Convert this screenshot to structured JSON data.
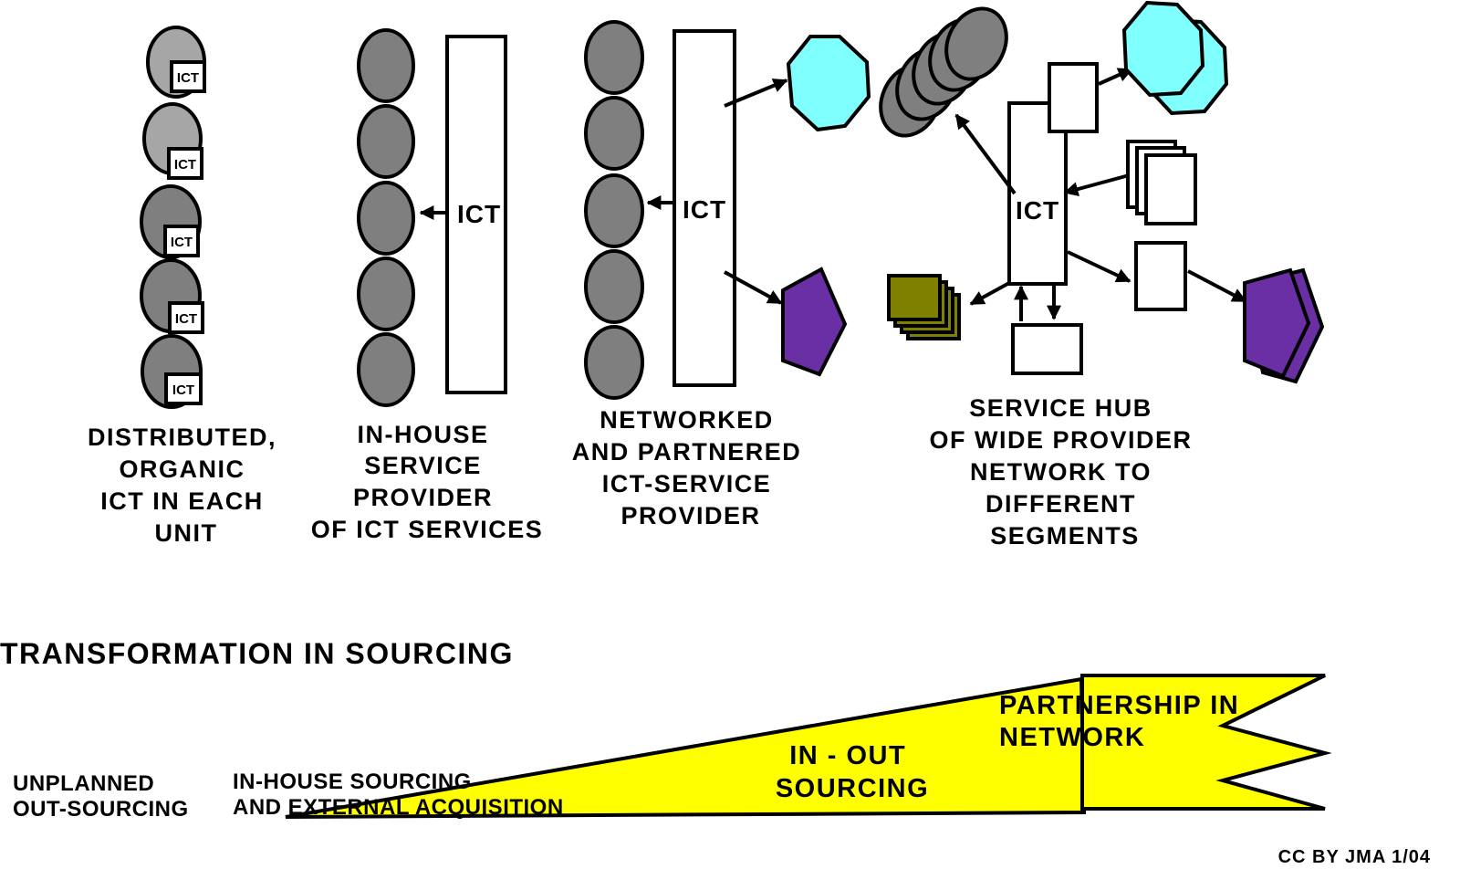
{
  "stages": [
    {
      "caption": [
        "DISTRIBUTED,",
        "ORGANIC",
        "ICT IN EACH",
        "UNIT"
      ],
      "unit_label": "ICT"
    },
    {
      "caption": [
        "IN-HOUSE",
        "SERVICE",
        "PROVIDER",
        "OF ICT SERVICES"
      ],
      "bar_label": "ICT"
    },
    {
      "caption": [
        "NETWORKED",
        "AND PARTNERED",
        "ICT-SERVICE",
        "PROVIDER"
      ],
      "bar_label": "ICT"
    },
    {
      "caption": [
        "SERVICE HUB",
        "OF WIDE PROVIDER",
        "NETWORK TO",
        "DIFFERENT",
        "SEGMENTS"
      ],
      "hub_label": "ICT"
    }
  ],
  "transformation": {
    "title": "TRANSFORMATION IN SOURCING",
    "left_label": [
      "UNPLANNED",
      "OUT-SOURCING"
    ],
    "mid_label": [
      "IN-HOUSE SOURCING",
      "AND EXTERNAL ACQUISITION"
    ],
    "wedge_label": [
      "IN - OUT",
      "SOURCING"
    ],
    "flag_label": [
      "PARTNERSHIP IN",
      "NETWORK"
    ]
  },
  "credit": "CC BY JMA 1/04",
  "colors": {
    "unit_light": "#a6a6a6",
    "unit_dark": "#7f7f7f",
    "cyan": "#80ffff",
    "purple": "#6b2fa5",
    "olive": "#808000",
    "yellow": "#ffff00"
  }
}
